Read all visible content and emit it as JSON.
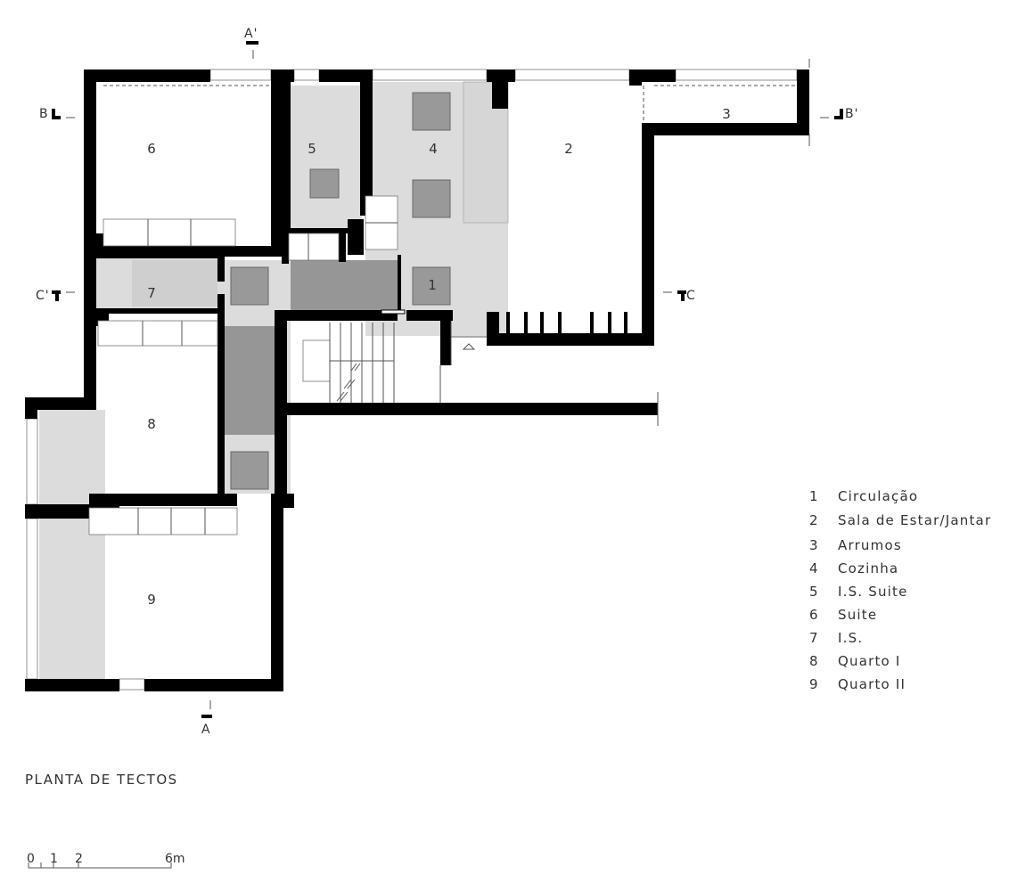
{
  "plan": {
    "title": "PLANTA DE TECTOS",
    "rooms": [
      {
        "number": "1",
        "name": "Circulação"
      },
      {
        "number": "2",
        "name": "Sala de Estar/Jantar"
      },
      {
        "number": "3",
        "name": "Arrumos"
      },
      {
        "number": "4",
        "name": "Cozinha"
      },
      {
        "number": "5",
        "name": "I.S. Suite"
      },
      {
        "number": "6",
        "name": "Suite"
      },
      {
        "number": "7",
        "name": "I.S."
      },
      {
        "number": "8",
        "name": "Quarto I"
      },
      {
        "number": "9",
        "name": "Quarto II"
      }
    ],
    "section_marks": {
      "a_top": "A'",
      "a_bottom": "A",
      "b_left": "B",
      "b_right": "B'",
      "c_left": "C'",
      "c_right": "C"
    },
    "scale_bar": {
      "labels": [
        "0",
        "1",
        "2",
        "6m"
      ]
    }
  }
}
